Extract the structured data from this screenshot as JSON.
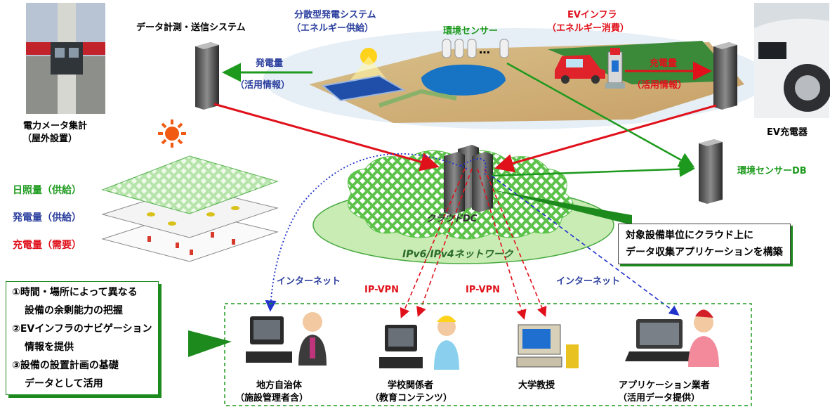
{
  "labels": {
    "data_system": "データ計測・送信システム",
    "distributed_1": "分散型発電システム",
    "distributed_2": "（エネルギー供給）",
    "env_sensor": "環境センサー",
    "ellipsis": "…",
    "ev_infra_1": "EVインフラ",
    "ev_infra_2": "（エネルギー消費）",
    "generation_1": "発電量",
    "generation_2": "（活用情報）",
    "charging_1": "充電量",
    "charging_2": "（活用情報）",
    "meter_1": "電力メータ集計",
    "meter_2": "（屋外設置）",
    "ev_charger": "EV充電器",
    "env_sensor_db": "環境センサーDB",
    "sunlight_layer": "日照量（供給）",
    "generation_layer": "発電量（供給）",
    "charging_layer": "充電量（需要）",
    "cloud_dc": "クラウドDC",
    "network": "IPv6/IPv4ネットワーク",
    "internet_left": "インターネット",
    "ipvpn_1": "IP-VPN",
    "ipvpn_2": "IP-VPN",
    "internet_right": "インターネット",
    "user_local_gov_1": "地方自治体",
    "user_local_gov_2": "（施設管理者含）",
    "user_school_1": "学校関係者",
    "user_school_2": "（教育コンテンツ）",
    "user_professor": "大学教授",
    "user_app_1": "アプリケーション業者",
    "user_app_2": "（活用データ提供）"
  },
  "callout": {
    "line1": "対象設備単位にクラウド上に",
    "line2": "データ収集アプリケーションを構築"
  },
  "notes": [
    "①時間・場所によって異なる",
    "設備の余剰能力の把握",
    "②EVインフラのナビゲーション",
    "情報を提供",
    "③設備の設置計画の基礎",
    "データとして活用"
  ]
}
